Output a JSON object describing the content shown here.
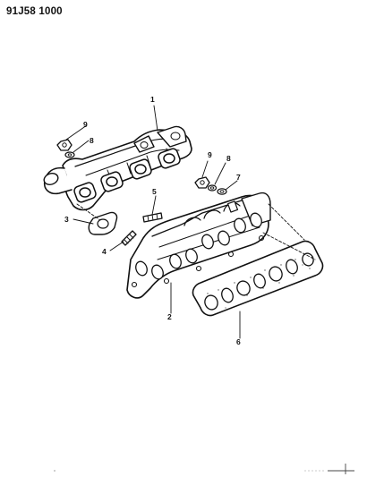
{
  "diagram_code": "91J58 1000",
  "callouts": {
    "c1": "1",
    "c2": "2",
    "c3": "3",
    "c4": "4",
    "c5": "5",
    "c6": "6",
    "c7": "7",
    "c8a": "8",
    "c8b": "8",
    "c9a": "9",
    "c9b": "9"
  },
  "parts": [
    "exhaust-manifold",
    "intake-manifold",
    "exhaust-gasket",
    "stud",
    "stud",
    "intake-gasket",
    "washer",
    "washer",
    "nut"
  ]
}
